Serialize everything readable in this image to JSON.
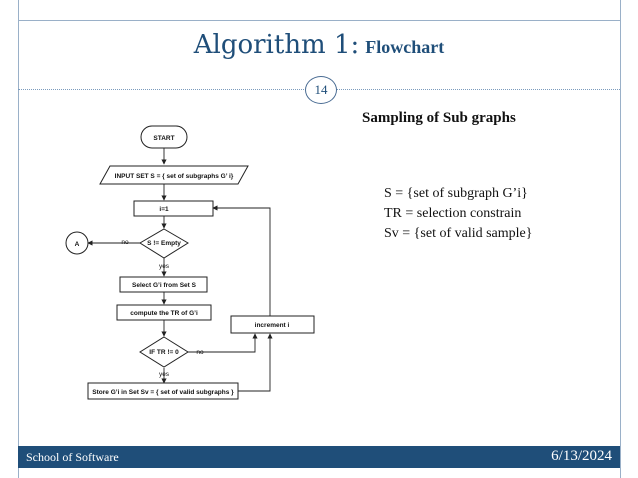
{
  "slide": {
    "title_main": "Algorithm 1:",
    "title_sub": "Flowchart",
    "page_number": "14",
    "heading": "Sampling of Sub graphs",
    "definitions": [
      "S  = {set of subgraph G’i}",
      "TR = selection constrain",
      "Sv = {set of valid sample}"
    ],
    "footer_left": "School of Software",
    "footer_right": "6/13/2024"
  },
  "flowchart": {
    "start": "START",
    "input": "INPUT SET S = { set of subgraphs G’ i}",
    "init": "i=1",
    "cond1": "S != Empty",
    "connector": "A",
    "no1": "no",
    "yes1": "yes",
    "select": "Select G’i from Set S",
    "compute": "compute the TR of G’i",
    "cond2": "IF TR != 0",
    "no2": "no",
    "yes2": "yes",
    "store": "Store G’i in  Set Sv = { set of valid subgraphs }",
    "increment": "increment i"
  }
}
